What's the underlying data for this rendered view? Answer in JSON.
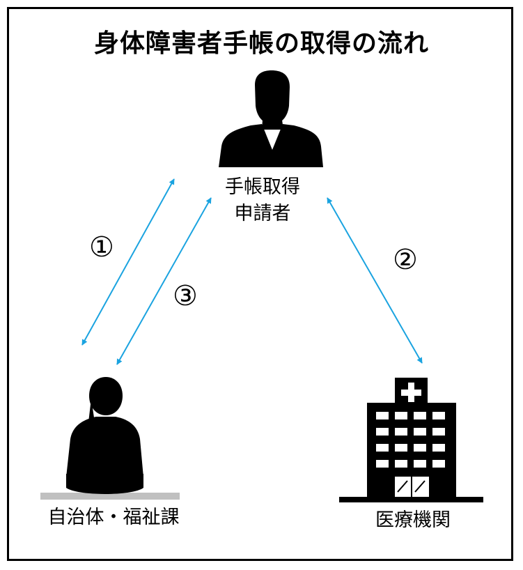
{
  "title": "身体障害者手帳の取得の流れ",
  "nodes": {
    "applicant": {
      "line1": "手帳取得",
      "line2": "申請者",
      "icon": "person-silhouette-icon"
    },
    "municipality": {
      "label": "自治体・福祉課",
      "icon": "staff-at-desk-icon"
    },
    "hospital": {
      "label": "医療機関",
      "icon": "hospital-building-icon"
    }
  },
  "steps": {
    "step1": "①",
    "step2": "②",
    "step3": "③"
  },
  "colors": {
    "arrow": "#1aa3e0",
    "icon": "#000000",
    "desk": "#c0c0c0"
  }
}
